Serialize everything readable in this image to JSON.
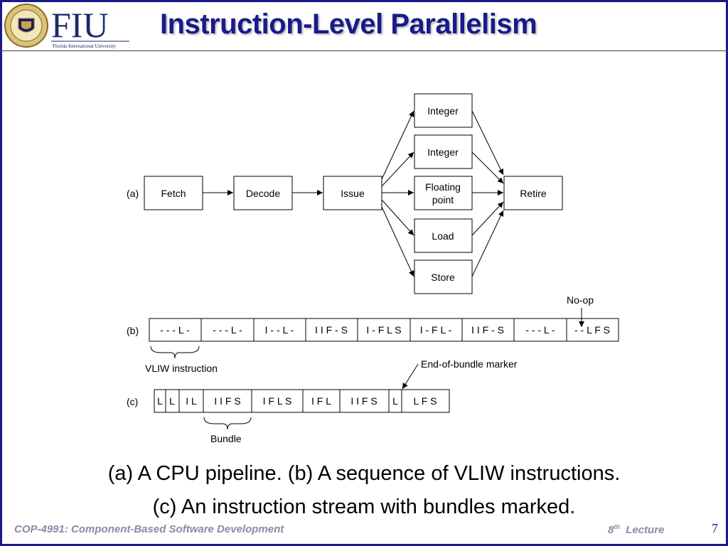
{
  "header": {
    "title": "Instruction-Level Parallelism",
    "logo_text": "FIU",
    "logo_subtext": "Florida International University"
  },
  "diagram": {
    "part_a": {
      "label": "(a)",
      "fetch": "Fetch",
      "decode": "Decode",
      "issue": "Issue",
      "units": [
        "Integer",
        "Integer",
        "Floating point",
        "Load",
        "Store"
      ],
      "floating_line1": "Floating",
      "floating_line2": "point",
      "retire": "Retire"
    },
    "part_b": {
      "label": "(b)",
      "cells": [
        "- - - L -",
        "- - - L -",
        "I - - L -",
        "I I F - S",
        "I - F L S",
        "I - F L -",
        "I I F - S",
        "- - - L -",
        "- - L F S"
      ],
      "noop_label": "No-op",
      "vliw_label": "VLIW instruction"
    },
    "part_c": {
      "label": "(c)",
      "cells": [
        "L",
        "L",
        "I L",
        "I I F S",
        "I F L S",
        "I F L",
        "I I F S",
        "L",
        "L F S"
      ],
      "bundle_label": "Bundle",
      "marker_label": "End-of-bundle marker"
    }
  },
  "captions": {
    "line1": "(a) A CPU pipeline. (b) A sequence of VLIW instructions.",
    "line2": "(c) An instruction stream with bundles marked."
  },
  "footer": {
    "course": "COP-4991: Component-Based Software Development",
    "lecture_num": "8",
    "lecture_sup": "th",
    "lecture_word": "Lecture",
    "page": "7"
  },
  "colors": {
    "title": "#1a1a8c",
    "footer": "#8a8aa6",
    "border": "#1a1a8c"
  }
}
